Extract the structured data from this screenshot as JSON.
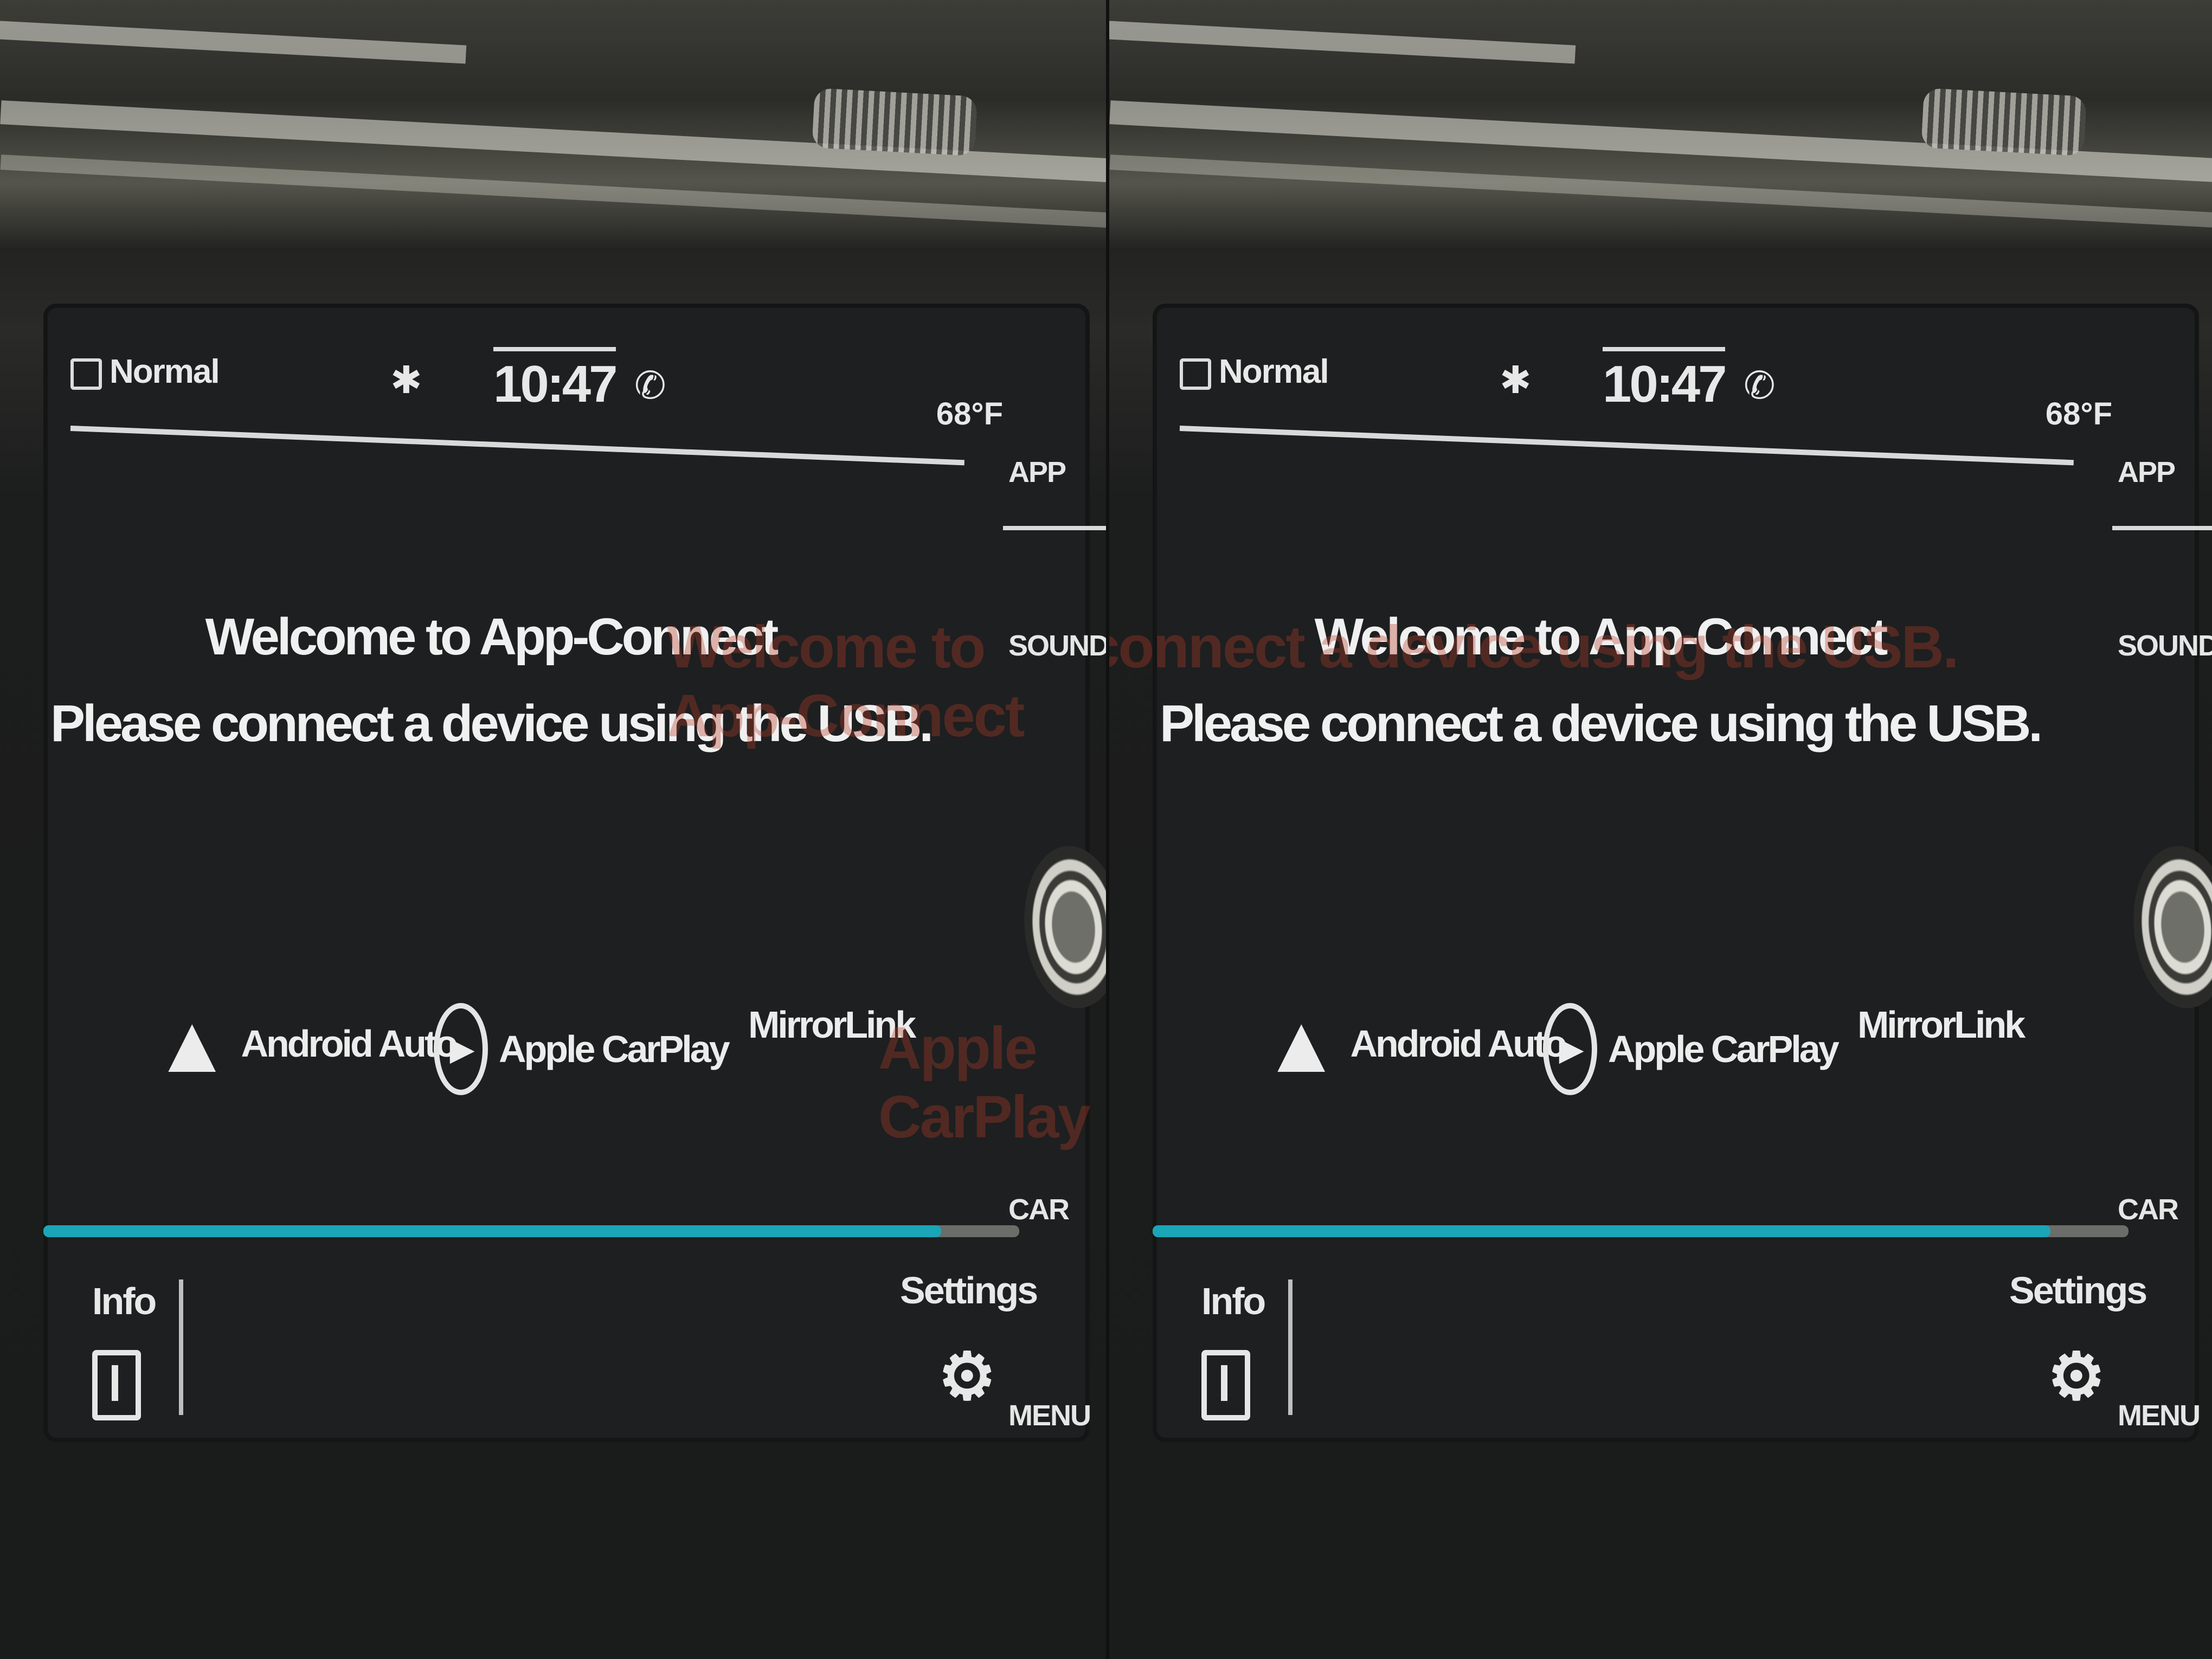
{
  "screen": {
    "status_bar": {
      "profile_label": "Normal",
      "time": "10:47",
      "temperature": "68°F"
    },
    "hardkeys": {
      "top_label": "APP",
      "sound_label": "SOUND",
      "car_label": "CAR",
      "menu_label": "MENU"
    },
    "welcome": {
      "line1": "Welcome to App-Connect",
      "line2": "Please connect a device using the USB."
    },
    "apps": [
      {
        "label": "Android Auto",
        "icon": "android-auto-icon"
      },
      {
        "label": "Apple CarPlay",
        "icon": "apple-carplay-icon"
      },
      {
        "label": "MirrorLink",
        "icon": "mirrorlink-icon"
      }
    ],
    "progress": {
      "fraction": 0.92,
      "color": "#1aa6b7"
    },
    "softkeys": {
      "info_label": "Info",
      "settings_label": "Settings"
    }
  }
}
